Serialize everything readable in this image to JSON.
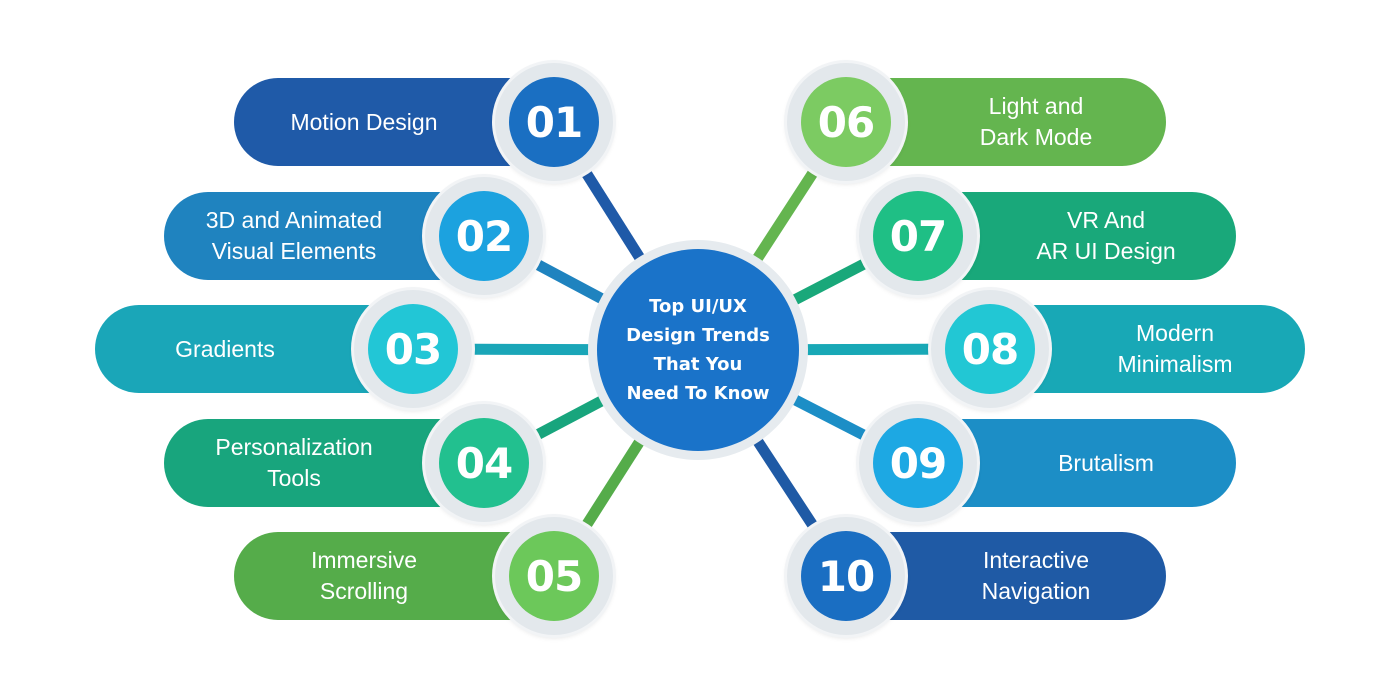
{
  "center": {
    "title": "Top UI/UX\nDesign Trends\nThat You\nNeed To Know",
    "color": "#1a73c9"
  },
  "trends": [
    {
      "number": "01",
      "label": "Motion Design",
      "color": "#1f5aa8",
      "badge_color": "#1a6fc2"
    },
    {
      "number": "02",
      "label": "3D and Animated\nVisual Elements",
      "color": "#1f83bf",
      "badge_color": "#1ca2df"
    },
    {
      "number": "03",
      "label": "Gradients",
      "color": "#1aa6b8",
      "badge_color": "#22c6d6"
    },
    {
      "number": "04",
      "label": "Personalization\nTools",
      "color": "#18a57d",
      "badge_color": "#22c08f"
    },
    {
      "number": "05",
      "label": "Immersive\nScrolling",
      "color": "#55ac4a",
      "badge_color": "#6cc85a"
    },
    {
      "number": "06",
      "label": "Light and\nDark Mode",
      "color": "#64b54f",
      "badge_color": "#7ccb62"
    },
    {
      "number": "07",
      "label": "VR And\nAR UI Design",
      "color": "#19a87a",
      "badge_color": "#1fbf85"
    },
    {
      "number": "08",
      "label": "Modern\nMinimalism",
      "color": "#18a8b6",
      "badge_color": "#22c7d4"
    },
    {
      "number": "09",
      "label": "Brutalism",
      "color": "#1c8ec6",
      "badge_color": "#1da8e3"
    },
    {
      "number": "10",
      "label": "Interactive\nNavigation",
      "color": "#1f5aa5",
      "badge_color": "#1a6ec2"
    }
  ]
}
